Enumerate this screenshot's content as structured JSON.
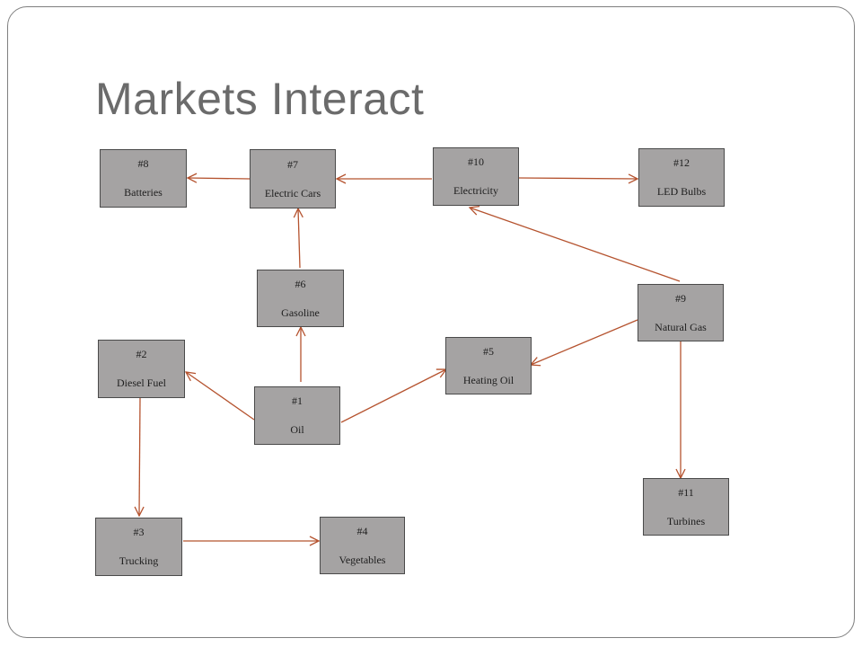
{
  "slide": {
    "title": "Markets Interact"
  },
  "colors": {
    "arrow": "#b5532f",
    "node_fill": "#a5a3a3",
    "node_border": "#4a4a4a",
    "title": "#6b6b6b"
  },
  "nodes": [
    {
      "id": "n1",
      "number": "#1",
      "label": "Oil"
    },
    {
      "id": "n2",
      "number": "#2",
      "label": "Diesel Fuel"
    },
    {
      "id": "n3",
      "number": "#3",
      "label": "Trucking"
    },
    {
      "id": "n4",
      "number": "#4",
      "label": "Vegetables"
    },
    {
      "id": "n5",
      "number": "#5",
      "label": "Heating Oil"
    },
    {
      "id": "n6",
      "number": "#6",
      "label": "Gasoline"
    },
    {
      "id": "n7",
      "number": "#7",
      "label": "Electric Cars"
    },
    {
      "id": "n8",
      "number": "#8",
      "label": "Batteries"
    },
    {
      "id": "n9",
      "number": "#9",
      "label": "Natural Gas"
    },
    {
      "id": "n10",
      "number": "#10",
      "label": "Electricity"
    },
    {
      "id": "n11",
      "number": "#11",
      "label": "Turbines"
    },
    {
      "id": "n12",
      "number": "#12",
      "label": "LED Bulbs"
    }
  ],
  "edges": [
    {
      "from": "#1",
      "to": "#2"
    },
    {
      "from": "#1",
      "to": "#6"
    },
    {
      "from": "#1",
      "to": "#5"
    },
    {
      "from": "#6",
      "to": "#7"
    },
    {
      "from": "#7",
      "to": "#8"
    },
    {
      "from": "#10",
      "to": "#7"
    },
    {
      "from": "#10",
      "to": "#12"
    },
    {
      "from": "#9",
      "to": "#10"
    },
    {
      "from": "#9",
      "to": "#5"
    },
    {
      "from": "#9",
      "to": "#11"
    },
    {
      "from": "#2",
      "to": "#3"
    },
    {
      "from": "#3",
      "to": "#4"
    }
  ]
}
